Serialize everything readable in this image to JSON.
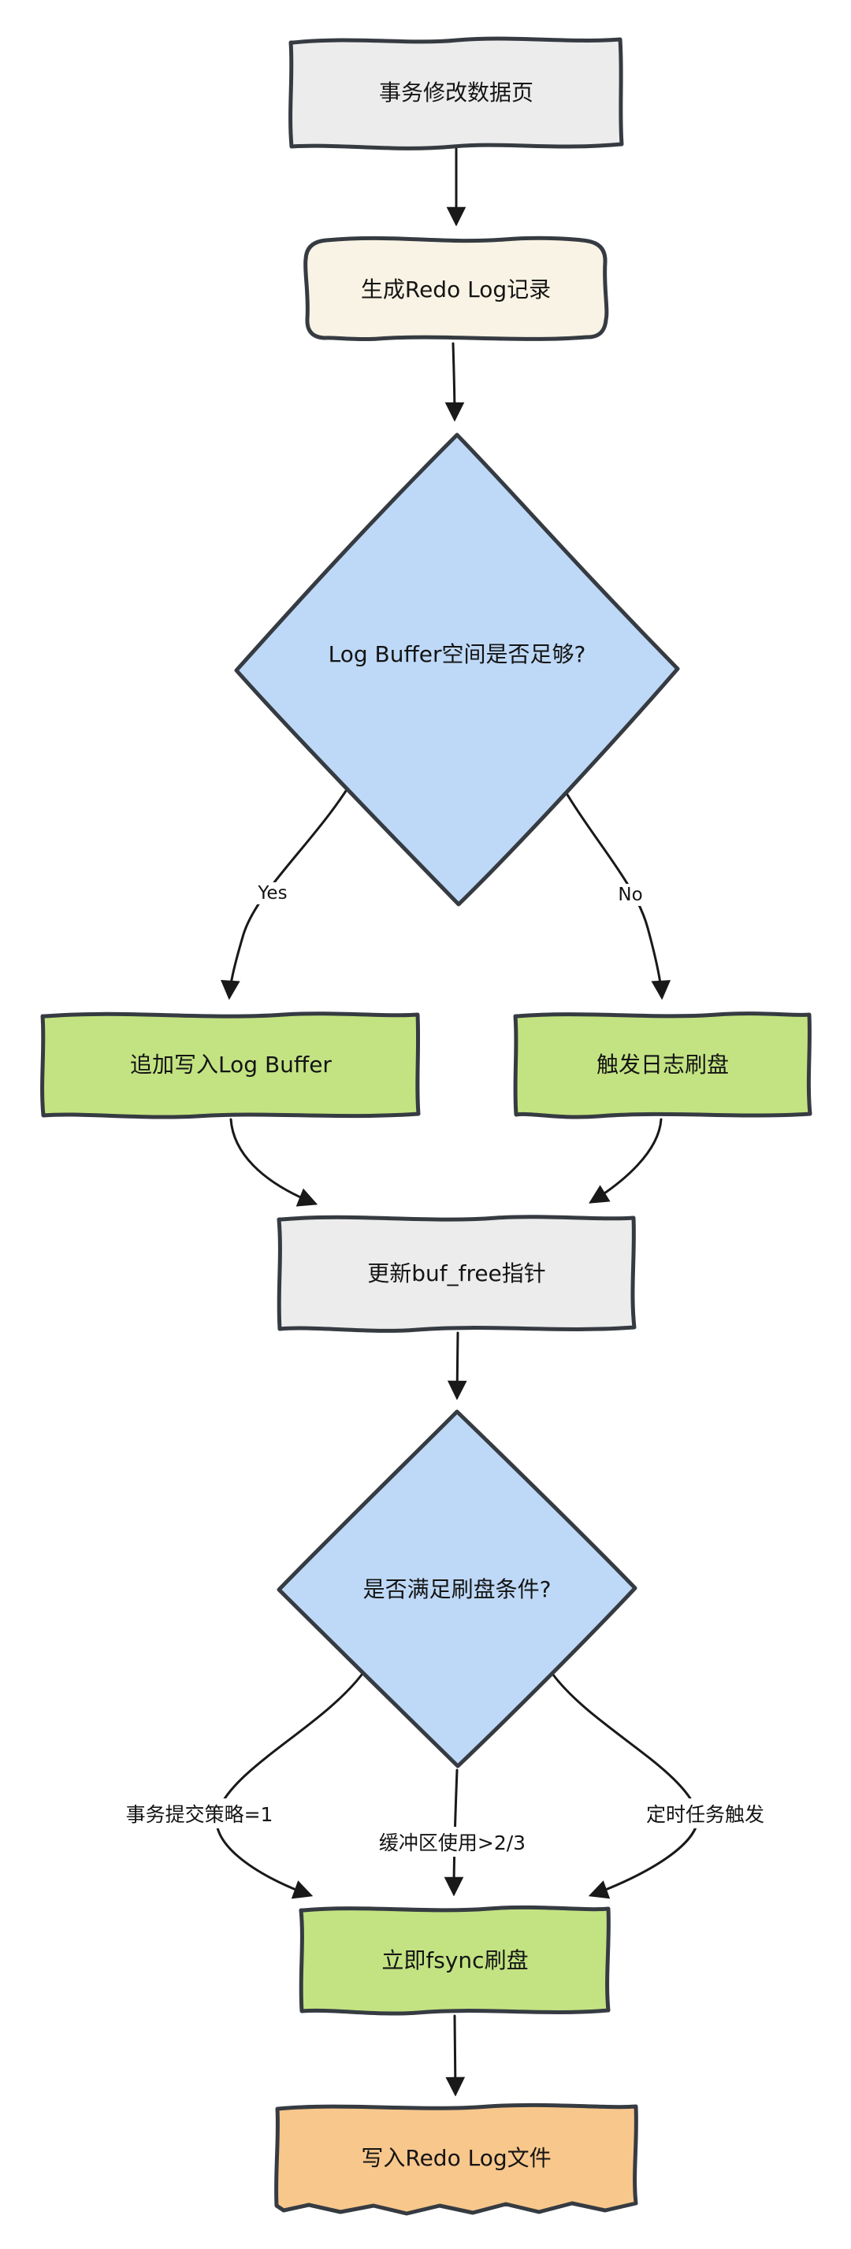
{
  "nodes": [
    {
      "id": "modify",
      "label": "事务修改数据页",
      "shape": "rectangle",
      "fill_key": "process_gray"
    },
    {
      "id": "generate",
      "label": "生成Redo Log记录",
      "shape": "rounded",
      "fill_key": "rounded_cream"
    },
    {
      "id": "decision1",
      "label": "Log Buffer空间是否足够?",
      "shape": "diamond",
      "fill_key": "decision_blue"
    },
    {
      "id": "append",
      "label": "追加写入Log Buffer",
      "shape": "rectangle",
      "fill_key": "action_green"
    },
    {
      "id": "trigger",
      "label": "触发日志刷盘",
      "shape": "rectangle",
      "fill_key": "action_green"
    },
    {
      "id": "buffree",
      "label": "更新buf_free指针",
      "shape": "rectangle",
      "fill_key": "process_gray"
    },
    {
      "id": "decision2",
      "label": "是否满足刷盘条件?",
      "shape": "diamond",
      "fill_key": "decision_blue"
    },
    {
      "id": "fsync",
      "label": "立即fsync刷盘",
      "shape": "rectangle",
      "fill_key": "action_green"
    },
    {
      "id": "write",
      "label": "写入Redo Log文件",
      "shape": "rectangle",
      "fill_key": "output_orange"
    }
  ],
  "edge_labels": [
    {
      "id": "yes",
      "text": "Yes"
    },
    {
      "id": "no",
      "text": "No"
    },
    {
      "id": "policy",
      "text": "事务提交策略=1"
    },
    {
      "id": "buffer",
      "text": "缓冲区使用>2/3"
    },
    {
      "id": "timer",
      "text": "定时任务触发"
    }
  ],
  "edges": [
    {
      "from": "modify",
      "to": "generate",
      "label": ""
    },
    {
      "from": "generate",
      "to": "decision1",
      "label": ""
    },
    {
      "from": "decision1",
      "to": "append",
      "label": "Yes"
    },
    {
      "from": "decision1",
      "to": "trigger",
      "label": "No"
    },
    {
      "from": "append",
      "to": "buffree",
      "label": ""
    },
    {
      "from": "trigger",
      "to": "buffree",
      "label": ""
    },
    {
      "from": "buffree",
      "to": "decision2",
      "label": ""
    },
    {
      "from": "decision2",
      "to": "fsync",
      "label": "事务提交策略=1"
    },
    {
      "from": "decision2",
      "to": "fsync",
      "label": "缓冲区使用>2/3"
    },
    {
      "from": "decision2",
      "to": "fsync",
      "label": "定时任务触发"
    }
  ],
  "colors": {
    "background": "#ffffff",
    "stroke": "#363b42",
    "arrow": "#191919",
    "text": "#141414",
    "process_gray": "#ececec",
    "rounded_cream": "#f8f3e4",
    "decision_blue": "#bed9f7",
    "action_green": "#c3e382",
    "output_orange": "#f8c78c"
  }
}
